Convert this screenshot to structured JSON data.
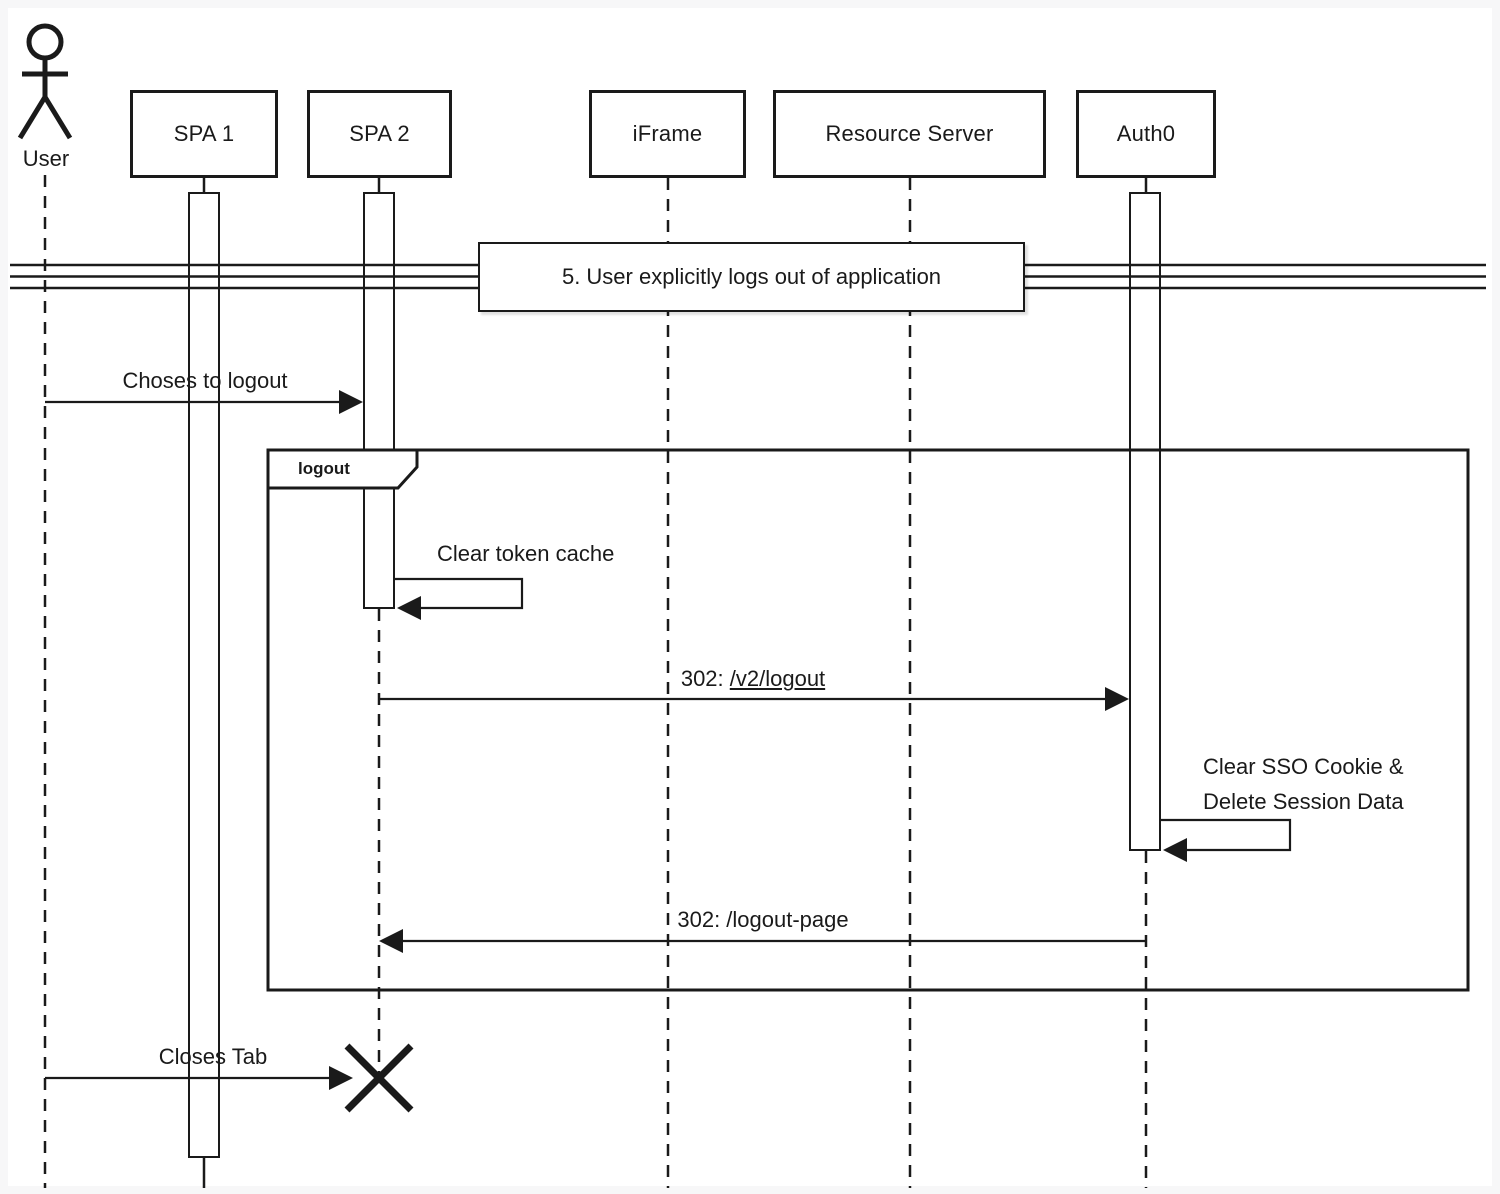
{
  "diagram": {
    "type": "uml-sequence",
    "actor": {
      "label": "User"
    },
    "participants": [
      {
        "id": "spa1",
        "label": "SPA 1"
      },
      {
        "id": "spa2",
        "label": "SPA 2"
      },
      {
        "id": "iframe",
        "label": "iFrame"
      },
      {
        "id": "resource_server",
        "label": "Resource Server"
      },
      {
        "id": "auth0",
        "label": "Auth0"
      }
    ],
    "banner": {
      "label": "5. User explicitly logs out of application"
    },
    "fragment": {
      "label": "logout"
    },
    "messages": {
      "choses_to_logout": {
        "label": "Choses to logout",
        "from": "User",
        "to": "SPA 2"
      },
      "clear_token_cache": {
        "label": "Clear token cache",
        "from": "SPA 2",
        "to": "SPA 2"
      },
      "v2_logout": {
        "prefix": "302: ",
        "link": "/v2/logout",
        "from": "SPA 2",
        "to": "Auth0"
      },
      "clear_sso": {
        "line1": "Clear SSO Cookie &",
        "line2": "Delete Session Data",
        "from": "Auth0",
        "to": "Auth0"
      },
      "logout_page": {
        "label": "302: /logout-page",
        "from": "Auth0",
        "to": "SPA 2"
      },
      "closes_tab": {
        "label": "Closes Tab",
        "from": "User",
        "to": "SPA 2"
      }
    },
    "colors": {
      "line": "#1a1a1a",
      "background": "#ffffff",
      "page_background": "#f7f7f8"
    }
  }
}
